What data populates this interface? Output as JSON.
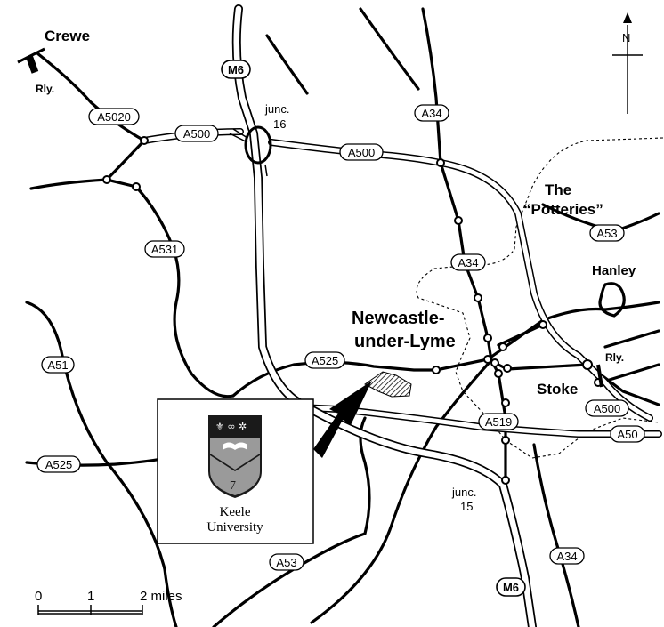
{
  "places": {
    "crewe": "Crewe",
    "rly_crewe": "Rly.",
    "junc16_line1": "junc.",
    "junc16_line2": "16",
    "potteries_line1": "The",
    "potteries_line2": "“Potteries”",
    "hanley": "Hanley",
    "rly_stoke": "Rly.",
    "newcastle_line1": "Newcastle-",
    "newcastle_line2": "under-Lyme",
    "stoke": "Stoke",
    "junc15_line1": "junc.",
    "junc15_line2": "15"
  },
  "roads": {
    "m6_north": "M6",
    "m6_south": "M6",
    "a5020": "A5020",
    "a500_west": "A500",
    "a500_mid": "A500",
    "a500_east": "A500",
    "a34_north": "A34",
    "a34_mid": "A34",
    "a34_south": "A34",
    "a531": "A531",
    "a53_east": "A53",
    "a53_south": "A53",
    "a51": "A51",
    "a525_east": "A525",
    "a525_west": "A525",
    "a519": "A519",
    "a50": "A50"
  },
  "compass": {
    "north": "N"
  },
  "scale": {
    "tick0": "0",
    "tick1": "1",
    "tick2": "2 miles"
  },
  "inset": {
    "name_line1": "Keele",
    "name_line2": "University",
    "crest_numeral": "7"
  },
  "colors": {
    "ink": "#000000",
    "paper": "#ffffff",
    "crest_grey": "#9a9a9a",
    "crest_dark": "#1a1a1a"
  }
}
